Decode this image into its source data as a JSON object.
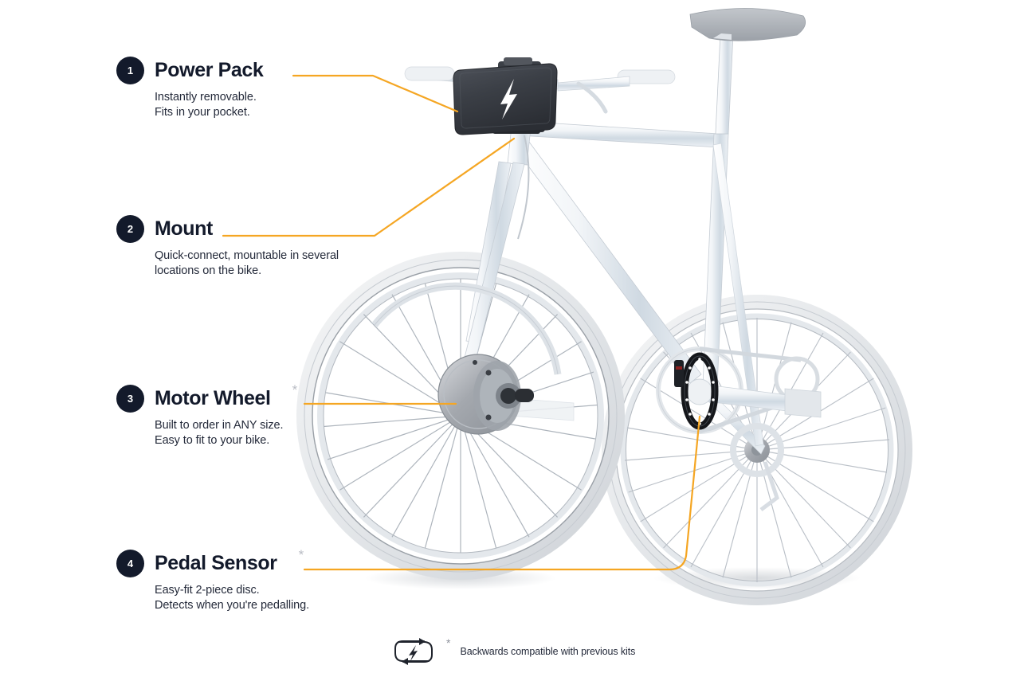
{
  "page": {
    "background_color": "#ffffff",
    "accent_color": "#f5a623",
    "badge_color": "#131a2b",
    "text_color": "#131a2b"
  },
  "callouts": [
    {
      "number": "1",
      "title": "Power Pack",
      "asterisk": "",
      "description": "Instantly removable.\nFits in your pocket."
    },
    {
      "number": "2",
      "title": "Mount",
      "asterisk": "",
      "description": "Quick-connect, mountable in several\nlocations on the bike."
    },
    {
      "number": "3",
      "title": "Motor Wheel",
      "asterisk": "*",
      "description": "Built to order in ANY size.\nEasy to fit to your bike."
    },
    {
      "number": "4",
      "title": "Pedal Sensor",
      "asterisk": "*",
      "description": "Easy-fit 2-piece disc.\nDetects when you're pedalling."
    }
  ],
  "footnote": {
    "icon": "backwards-compatible-icon",
    "asterisk": "*",
    "text": "Backwards compatible with previous kits"
  },
  "artwork": {
    "subject": "bicycle-with-conversion-kit",
    "power_pack_logo": "lightning-bolt-icon"
  }
}
